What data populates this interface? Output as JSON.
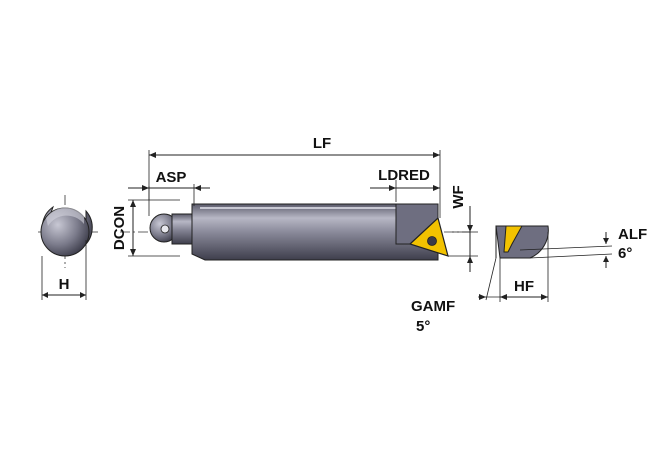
{
  "labels": {
    "lf": "LF",
    "asp": "ASP",
    "ldred": "LDRED",
    "wf": "WF",
    "dcon": "DCON",
    "h": "H",
    "hf": "HF",
    "alf": "ALF",
    "alf_value": "6°",
    "gamf": "GAMF",
    "gamf_value": "5°"
  },
  "colors": {
    "body_dark": "#4a4a5a",
    "body_mid": "#7a7a8c",
    "body_light": "#b8b8c6",
    "insert_gold": "#f2c200",
    "line": "#222222"
  }
}
